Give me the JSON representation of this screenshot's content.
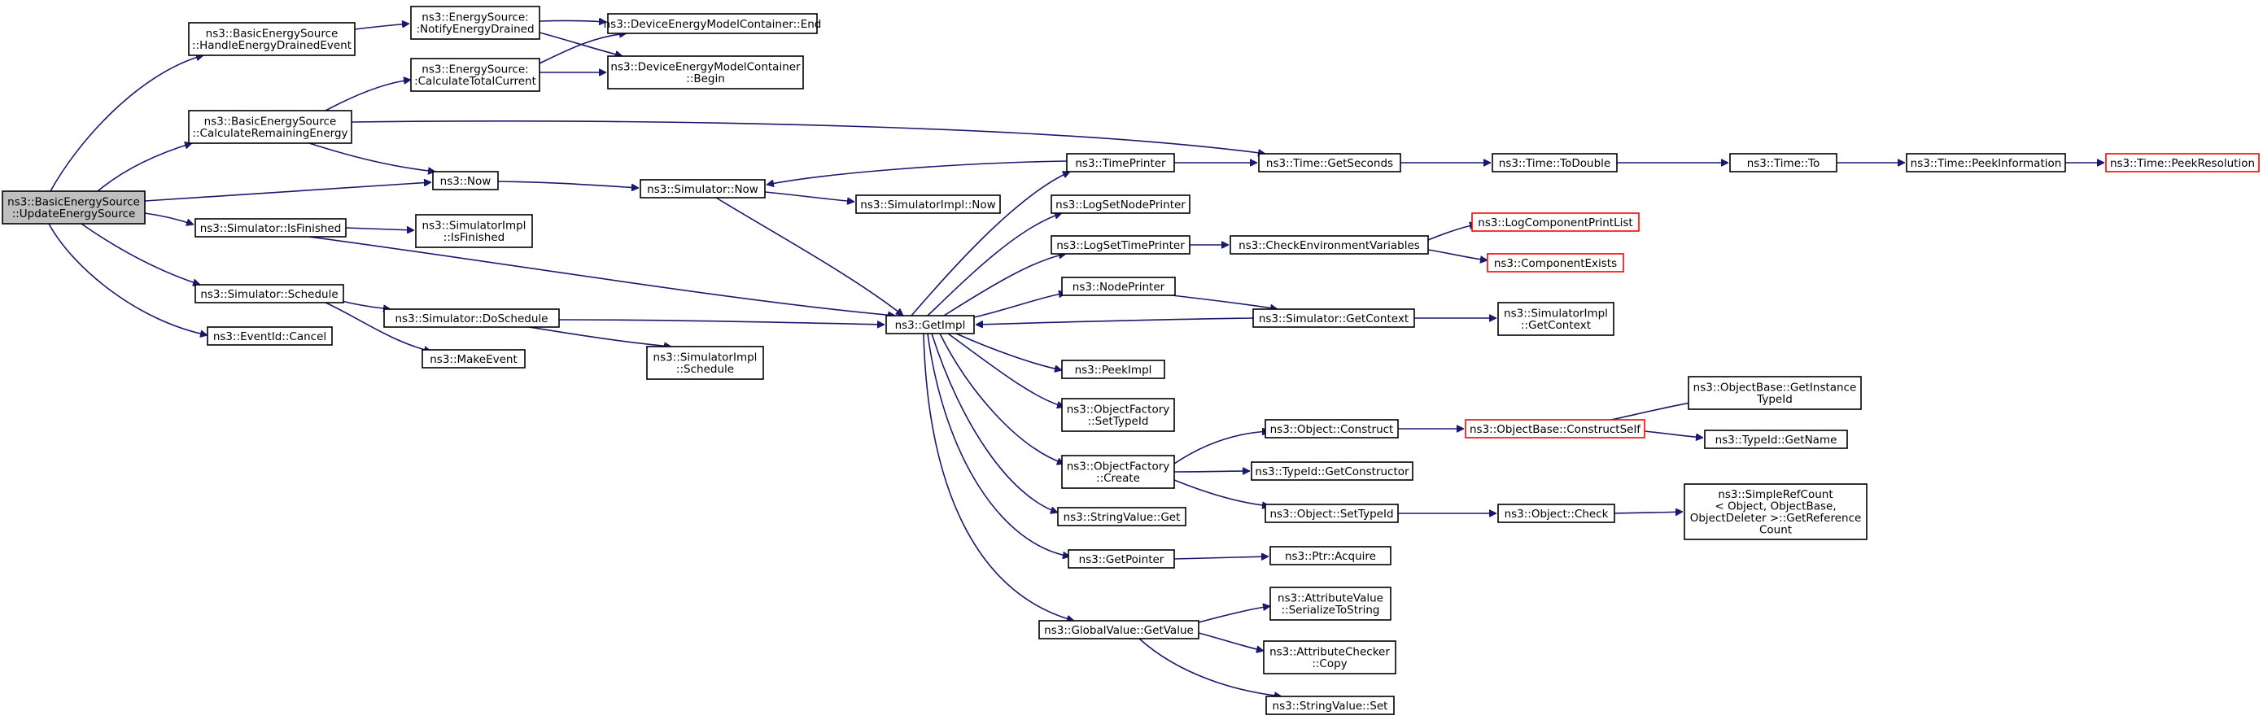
{
  "colors": {
    "edge": "#191970",
    "root_fill": "#bfbfbf",
    "truncated_border": "#ff0000",
    "node_border": "#000000"
  },
  "nodes": {
    "root": [
      "ns3::BasicEnergySource",
      "::UpdateEnergySource"
    ],
    "handle_drained": [
      "ns3::BasicEnergySource",
      "::HandleEnergyDrainedEvent"
    ],
    "calc_remaining": [
      "ns3::BasicEnergySource",
      "::CalculateRemainingEnergy"
    ],
    "notify_drained": [
      "ns3::EnergySource:",
      ":NotifyEnergyDrained"
    ],
    "calc_total": [
      "ns3::EnergySource:",
      ":CalculateTotalCurrent"
    ],
    "dem_end": [
      "ns3::DeviceEnergyModelContainer::End"
    ],
    "dem_begin": [
      "ns3::DeviceEnergyModelContainer",
      "::Begin"
    ],
    "now": [
      "ns3::Now"
    ],
    "sim_isfinished": [
      "ns3::Simulator::IsFinished"
    ],
    "simimpl_isfinished": [
      "ns3::SimulatorImpl",
      "::IsFinished"
    ],
    "sim_schedule": [
      "ns3::Simulator::Schedule"
    ],
    "eventid_cancel": [
      "ns3::EventId::Cancel"
    ],
    "sim_doschedule": [
      "ns3::Simulator::DoSchedule"
    ],
    "make_event": [
      "ns3::MakeEvent"
    ],
    "simimpl_schedule": [
      "ns3::SimulatorImpl",
      "::Schedule"
    ],
    "sim_now": [
      "ns3::Simulator::Now"
    ],
    "simimpl_now": [
      "ns3::SimulatorImpl::Now"
    ],
    "get_impl": [
      "ns3::GetImpl"
    ],
    "time_printer": [
      "ns3::TimePrinter"
    ],
    "log_set_node_printer": [
      "ns3::LogSetNodePrinter"
    ],
    "log_set_time_printer": [
      "ns3::LogSetTimePrinter"
    ],
    "node_printer": [
      "ns3::NodePrinter"
    ],
    "peek_impl": [
      "ns3::PeekImpl"
    ],
    "of_settypeid": [
      "ns3::ObjectFactory",
      "::SetTypeId"
    ],
    "of_create": [
      "ns3::ObjectFactory",
      "::Create"
    ],
    "stringvalue_get": [
      "ns3::StringValue::Get"
    ],
    "get_pointer": [
      "ns3::GetPointer"
    ],
    "globalvalue_getvalue": [
      "ns3::GlobalValue::GetValue"
    ],
    "time_getseconds": [
      "ns3::Time::GetSeconds"
    ],
    "time_todouble": [
      "ns3::Time::ToDouble"
    ],
    "time_to": [
      "ns3::Time::To"
    ],
    "time_peekinfo": [
      "ns3::Time::PeekInformation"
    ],
    "time_peekres": [
      "ns3::Time::PeekResolution"
    ],
    "check_env": [
      "ns3::CheckEnvironmentVariables"
    ],
    "log_comp_printlist": [
      "ns3::LogComponentPrintList"
    ],
    "component_exists": [
      "ns3::ComponentExists"
    ],
    "sim_getcontext": [
      "ns3::Simulator::GetContext"
    ],
    "simimpl_getcontext": [
      "ns3::SimulatorImpl",
      "::GetContext"
    ],
    "object_construct": [
      "ns3::Object::Construct"
    ],
    "objectbase_constructself": [
      "ns3::ObjectBase::ConstructSelf"
    ],
    "objectbase_getinstancetypeid": [
      "ns3::ObjectBase::GetInstance",
      "TypeId"
    ],
    "typeid_getname": [
      "ns3::TypeId::GetName"
    ],
    "typeid_getconstructor": [
      "ns3::TypeId::GetConstructor"
    ],
    "object_settypeid": [
      "ns3::Object::SetTypeId"
    ],
    "object_check": [
      "ns3::Object::Check"
    ],
    "simplerefcount": [
      "ns3::SimpleRefCount",
      "< Object, ObjectBase,",
      " ObjectDeleter >::GetReference",
      "Count"
    ],
    "ptr_acquire": [
      "ns3::Ptr::Acquire"
    ],
    "attrvalue_serialize": [
      "ns3::AttributeValue",
      "::SerializeToString"
    ],
    "attrchecker_copy": [
      "ns3::AttributeChecker",
      "::Copy"
    ],
    "stringvalue_set": [
      "ns3::StringValue::Set"
    ]
  }
}
